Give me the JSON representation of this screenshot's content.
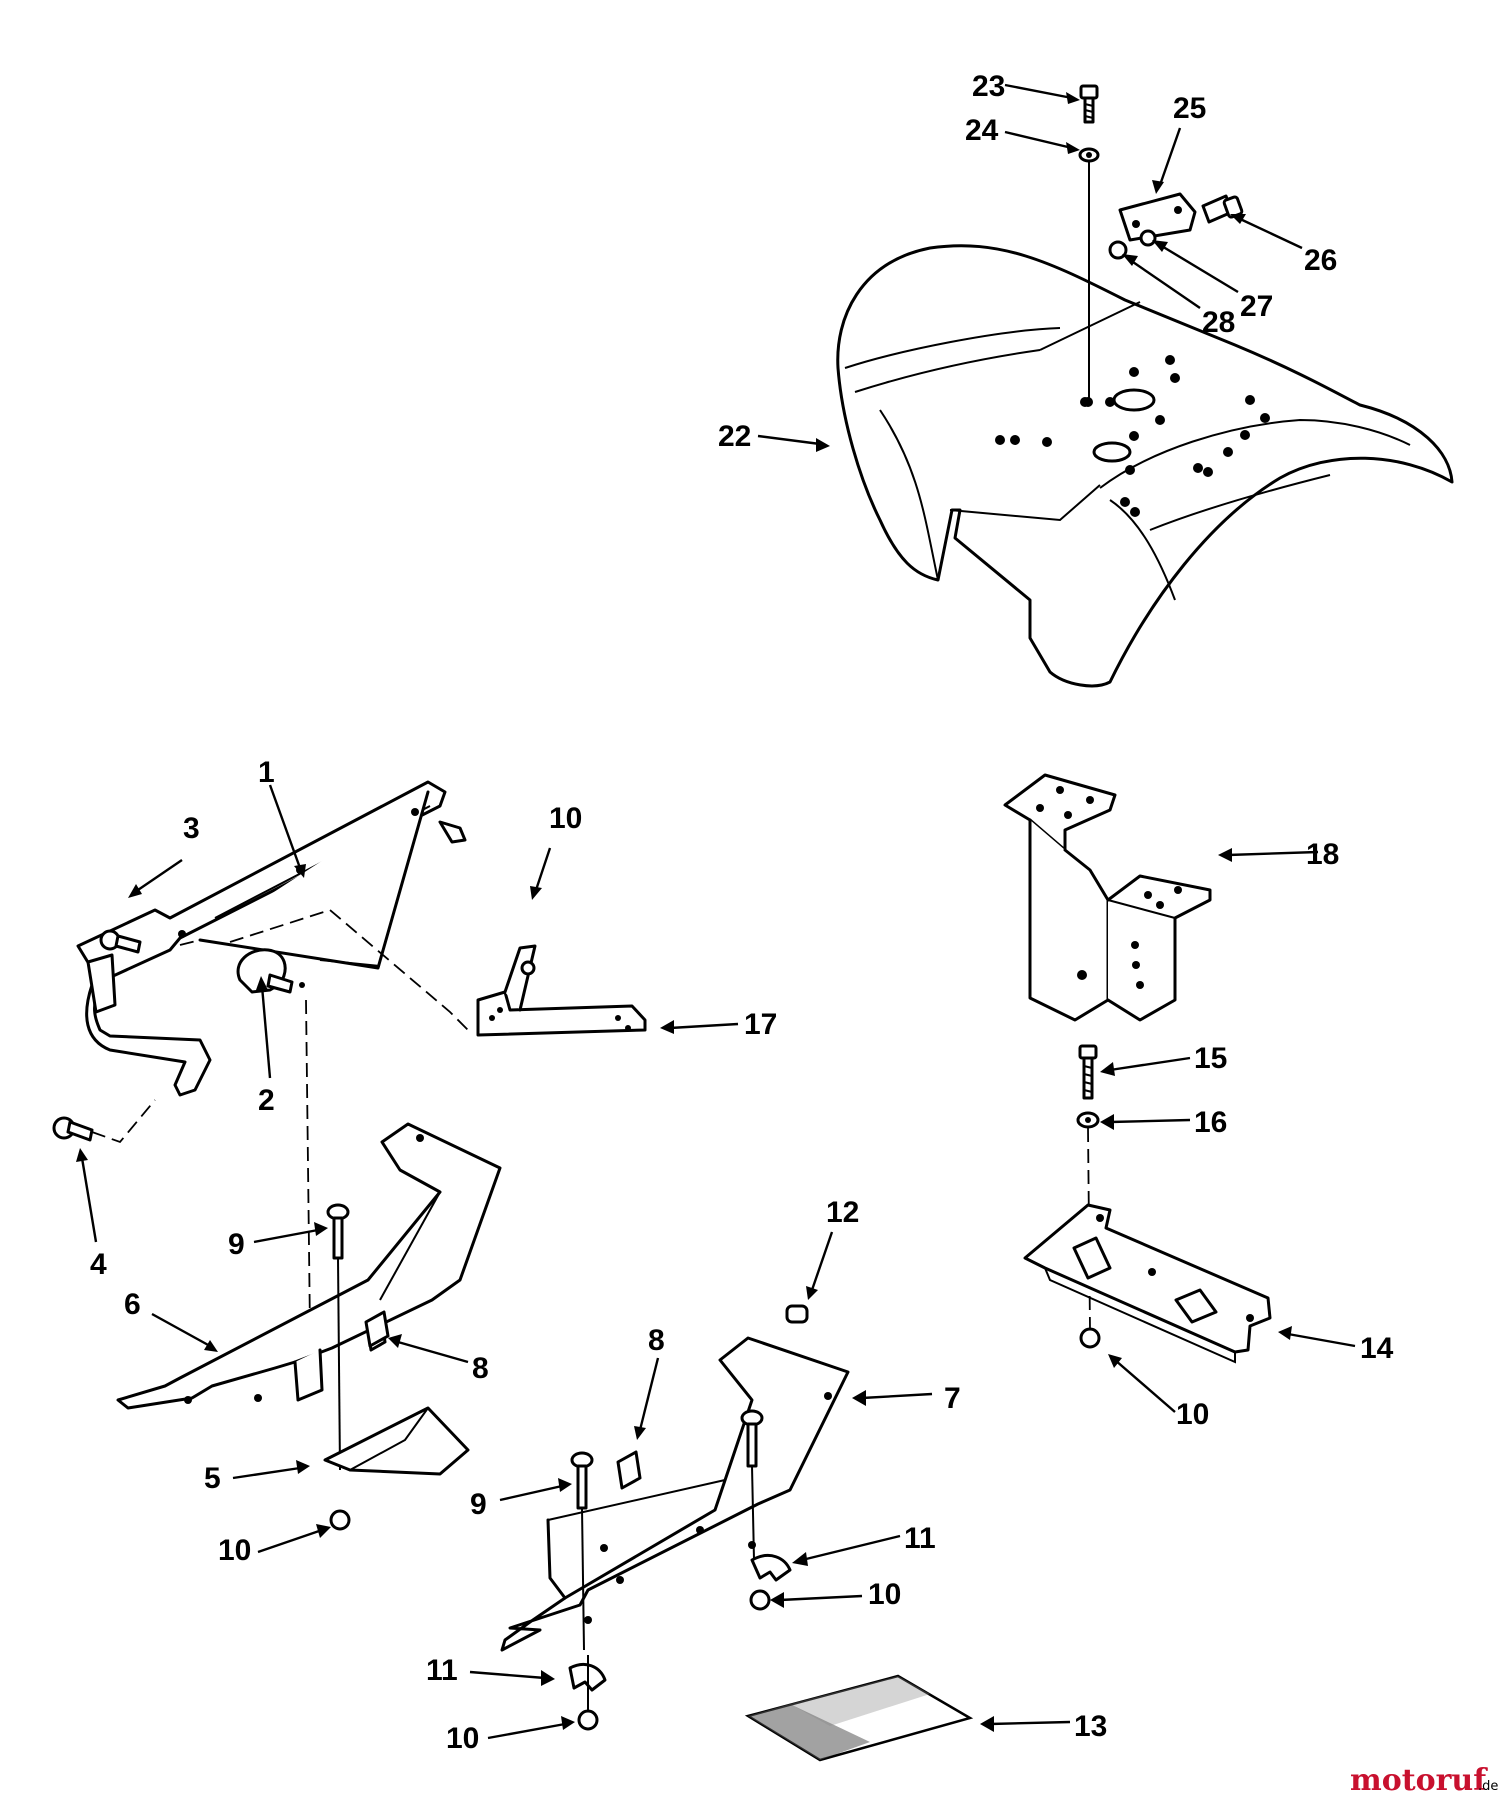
{
  "callouts": [
    {
      "id": "c23",
      "label": "23"
    },
    {
      "id": "c24",
      "label": "24"
    },
    {
      "id": "c25",
      "label": "25"
    },
    {
      "id": "c26",
      "label": "26"
    },
    {
      "id": "c27",
      "label": "27"
    },
    {
      "id": "c28",
      "label": "28"
    },
    {
      "id": "c22",
      "label": "22"
    },
    {
      "id": "c1",
      "label": "1"
    },
    {
      "id": "c3",
      "label": "3"
    },
    {
      "id": "c10a",
      "label": "10"
    },
    {
      "id": "c18",
      "label": "18"
    },
    {
      "id": "c17",
      "label": "17"
    },
    {
      "id": "c2",
      "label": "2"
    },
    {
      "id": "c15",
      "label": "15"
    },
    {
      "id": "c16",
      "label": "16"
    },
    {
      "id": "c4",
      "label": "4"
    },
    {
      "id": "c9a",
      "label": "9"
    },
    {
      "id": "c12",
      "label": "12"
    },
    {
      "id": "c6",
      "label": "6"
    },
    {
      "id": "c8a",
      "label": "8"
    },
    {
      "id": "c8b",
      "label": "8"
    },
    {
      "id": "c14",
      "label": "14"
    },
    {
      "id": "c7",
      "label": "7"
    },
    {
      "id": "c10b",
      "label": "10"
    },
    {
      "id": "c5",
      "label": "5"
    },
    {
      "id": "c9b",
      "label": "9"
    },
    {
      "id": "c10c",
      "label": "10"
    },
    {
      "id": "c11a",
      "label": "11"
    },
    {
      "id": "c10d",
      "label": "10"
    },
    {
      "id": "c13",
      "label": "13"
    },
    {
      "id": "c11b",
      "label": "11"
    },
    {
      "id": "c10e",
      "label": "10"
    }
  ],
  "watermark": {
    "text": "motoruf",
    "suffix": ".de",
    "color": "#c8102e"
  }
}
